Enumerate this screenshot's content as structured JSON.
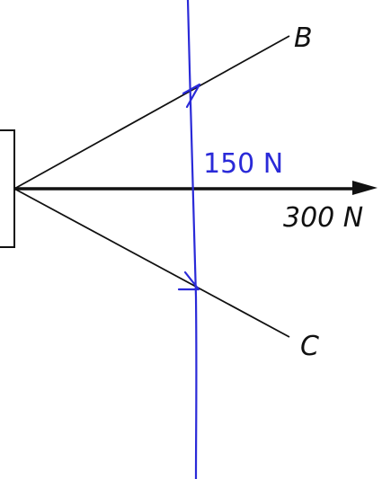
{
  "labels": {
    "point_b": "B",
    "point_c": "C",
    "force_value": "300 N",
    "handwritten_value": "150 N"
  },
  "colors": {
    "ink": "#111111",
    "handwriting": "#2a2ad8",
    "background": "#ffffff"
  }
}
